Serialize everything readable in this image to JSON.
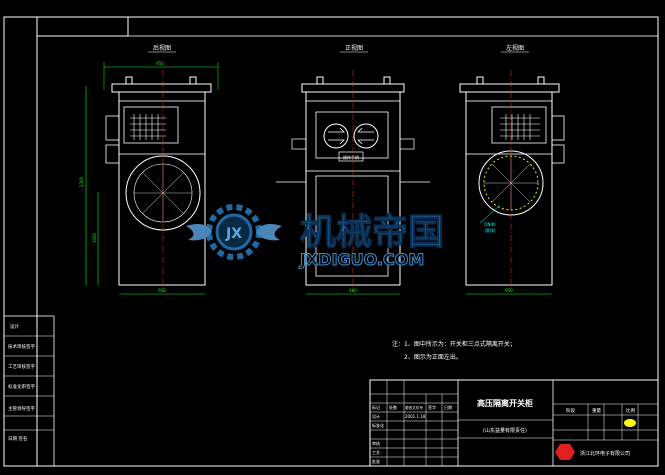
{
  "drawing": {
    "views": {
      "rear": "后视图",
      "front": "正视图",
      "left": "左视图"
    },
    "dims": {
      "rear_top": "950",
      "rear_height": "2300",
      "rear_lower": "1000",
      "rear_bottom": "950",
      "front_bottom": "900",
      "left_bottom": "950",
      "left_note_1": "DN40",
      "left_note_2": "(管线)"
    },
    "labels": {
      "operating_handle": "操作手柄"
    },
    "notes": {
      "line1": "注：1、图中所示为：开关柜三点式隔离开关；",
      "line2": "2、图示为正面左出。"
    },
    "left_block": {
      "rows": [
        "设计",
        "技术审核签字",
        "工艺审核签字",
        "标准化审签字",
        "主管领导签字",
        "日期  签名"
      ]
    },
    "title_block": {
      "title": "高压隔离开关柜",
      "subtitle": "(山东益量有限责任)",
      "company": "浙江北环电子有限公司",
      "stage_label": "阶段",
      "scale_label": "比例",
      "weight_label": "重量",
      "table_cells": [
        "标记",
        "处数",
        "更改文件号",
        "签字",
        "日期",
        "设计",
        "标准化",
        "审核",
        "工艺",
        "批准"
      ],
      "drawing_no": "2001.1.18"
    },
    "watermark": {
      "cn": "机械帝国",
      "en": "JXDIGUO.COM",
      "badge": "JX"
    }
  },
  "colors": {
    "bg": "#000000",
    "line": "#ffffff",
    "dim": "#00ff00",
    "center": "#ff3030",
    "accent": "#ffff00",
    "cyan": "#00ffff",
    "watermark": "#1e6aa6"
  }
}
